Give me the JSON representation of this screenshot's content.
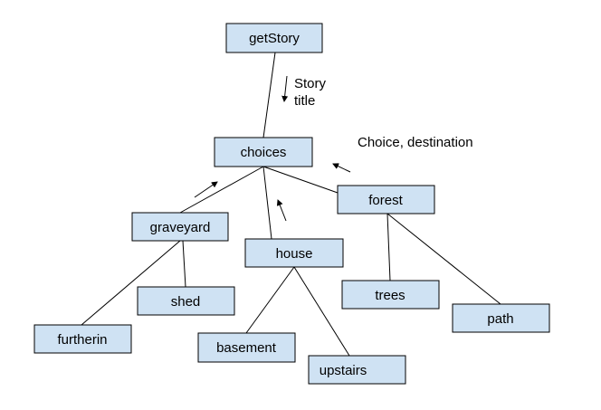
{
  "diagram": {
    "nodes": [
      {
        "id": "getStory",
        "label": "getStory"
      },
      {
        "id": "choices",
        "label": "choices"
      },
      {
        "id": "graveyard",
        "label": "graveyard"
      },
      {
        "id": "house",
        "label": "house"
      },
      {
        "id": "forest",
        "label": "forest"
      },
      {
        "id": "shed",
        "label": "shed"
      },
      {
        "id": "furtherin",
        "label": "furtherin"
      },
      {
        "id": "basement",
        "label": "basement"
      },
      {
        "id": "upstairs",
        "label": "upstairs"
      },
      {
        "id": "trees",
        "label": "trees"
      },
      {
        "id": "path",
        "label": "path"
      }
    ],
    "edges": [
      {
        "from": "getStory",
        "to": "choices"
      },
      {
        "from": "choices",
        "to": "graveyard"
      },
      {
        "from": "choices",
        "to": "house"
      },
      {
        "from": "choices",
        "to": "forest"
      },
      {
        "from": "graveyard",
        "to": "shed"
      },
      {
        "from": "graveyard",
        "to": "furtherin"
      },
      {
        "from": "house",
        "to": "basement"
      },
      {
        "from": "house",
        "to": "upstairs"
      },
      {
        "from": "forest",
        "to": "trees"
      },
      {
        "from": "forest",
        "to": "path"
      }
    ],
    "annotations": {
      "story_title_line1": "Story",
      "story_title_line2": "title",
      "choice_destination": "Choice, destination"
    },
    "colors": {
      "node_fill": "#cfe2f3",
      "stroke": "#000000"
    }
  }
}
